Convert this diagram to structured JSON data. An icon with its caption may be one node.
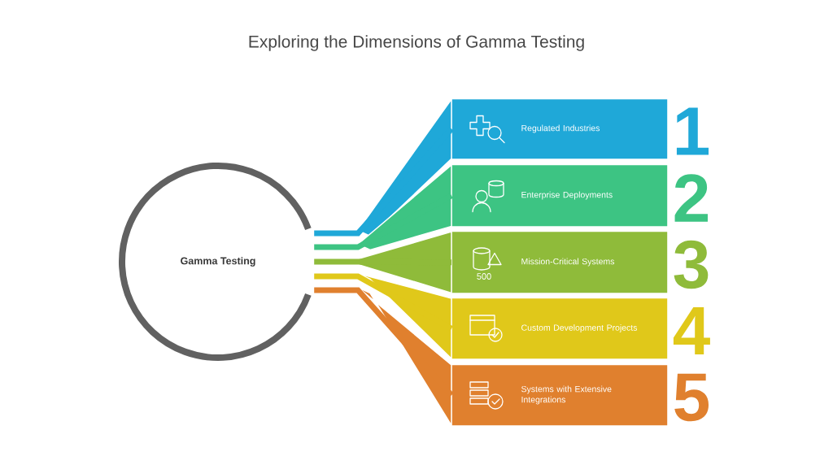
{
  "diagram": {
    "title": "Exploring the Dimensions of Gamma Testing",
    "nodes": [
      {
        "text": [
          "Gamma Testing"
        ]
      },
      {
        "text": [
          "Regulated Industries"
        ],
        "beside": [
          "1"
        ]
      },
      {
        "text": [
          "Enterprise Deployments"
        ],
        "beside": [
          "2"
        ]
      },
      {
        "text": [
          "Mission-Critical Systems"
        ],
        "beside": [
          "3"
        ]
      },
      {
        "text": [
          "Custom Development Projects"
        ],
        "beside": [
          "4"
        ]
      },
      {
        "text": [
          "Systems with Extensive Integrations"
        ],
        "beside": [
          "5"
        ]
      }
    ],
    "edges": [
      {
        "from": 0,
        "to": 1,
        "arrow": "none",
        "color": "#1fa8d8"
      },
      {
        "from": 0,
        "to": 2,
        "arrow": "none",
        "color": "#3dc483"
      },
      {
        "from": 0,
        "to": 3,
        "arrow": "none",
        "color": "#8fbb3a"
      },
      {
        "from": 0,
        "to": 4,
        "arrow": "none",
        "color": "#e0c81a"
      },
      {
        "from": 0,
        "to": 5,
        "arrow": "none",
        "color": "#e0802e"
      }
    ],
    "labels": [
      "500"
    ]
  }
}
